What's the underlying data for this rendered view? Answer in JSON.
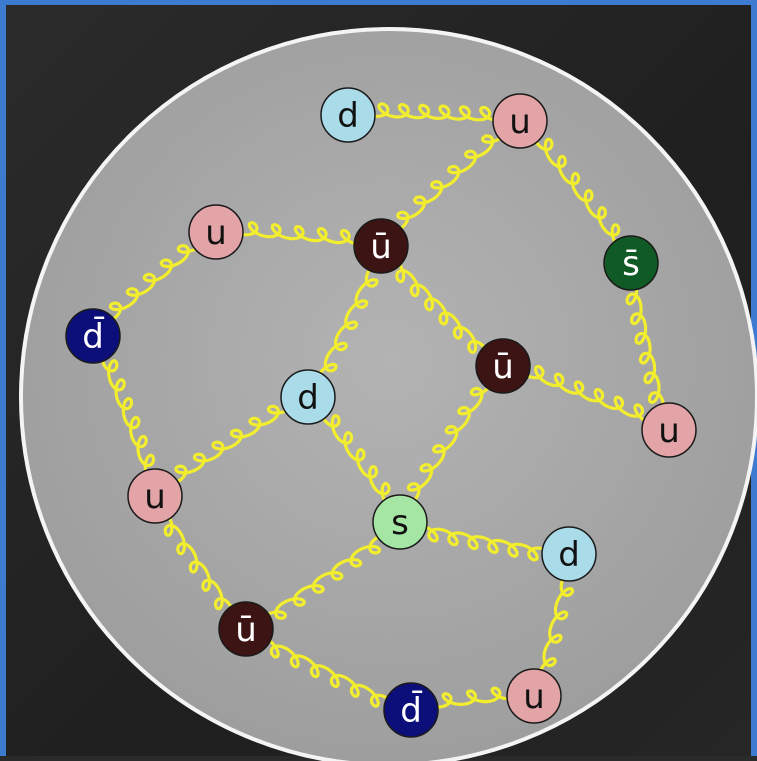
{
  "diagram": {
    "colors": {
      "background_circle": "#a7a7a7",
      "circle_border": "#f4f4f4",
      "gluon": "#f2ee2e",
      "up": "#e2a4a6",
      "down": "#a9dbe9",
      "strange": "#a6e6a4",
      "anti_up": "#3d1414",
      "anti_down": "#0c0f7a",
      "anti_strange": "#0f5a25"
    },
    "particles": [
      {
        "id": "d1",
        "label": "d",
        "kind": "down"
      },
      {
        "id": "u1",
        "label": "u",
        "kind": "up"
      },
      {
        "id": "u2",
        "label": "u",
        "kind": "up"
      },
      {
        "id": "ubar1",
        "label": "ū",
        "kind": "anti_up"
      },
      {
        "id": "sbar1",
        "label": "s̄",
        "kind": "anti_strange"
      },
      {
        "id": "dbar1",
        "label": "d̄",
        "kind": "anti_down"
      },
      {
        "id": "ubar2",
        "label": "ū",
        "kind": "anti_up"
      },
      {
        "id": "d2",
        "label": "d",
        "kind": "down"
      },
      {
        "id": "u3",
        "label": "u",
        "kind": "up"
      },
      {
        "id": "u4",
        "label": "u",
        "kind": "up"
      },
      {
        "id": "s1",
        "label": "s",
        "kind": "strange"
      },
      {
        "id": "d3",
        "label": "d",
        "kind": "down"
      },
      {
        "id": "ubar3",
        "label": "ū",
        "kind": "anti_up"
      },
      {
        "id": "dbar2",
        "label": "d̄",
        "kind": "anti_down"
      },
      {
        "id": "u5",
        "label": "u",
        "kind": "up"
      }
    ],
    "gluons": [
      [
        "d1",
        "u1"
      ],
      [
        "u1",
        "ubar1"
      ],
      [
        "u1",
        "sbar1"
      ],
      [
        "sbar1",
        "u3"
      ],
      [
        "u2",
        "ubar1"
      ],
      [
        "u2",
        "dbar1"
      ],
      [
        "ubar1",
        "d2"
      ],
      [
        "ubar1",
        "ubar2"
      ],
      [
        "ubar2",
        "u3"
      ],
      [
        "ubar2",
        "s1"
      ],
      [
        "dbar1",
        "u4"
      ],
      [
        "d2",
        "u4"
      ],
      [
        "d2",
        "s1"
      ],
      [
        "u4",
        "ubar3"
      ],
      [
        "s1",
        "ubar3"
      ],
      [
        "s1",
        "d3"
      ],
      [
        "d3",
        "u5"
      ],
      [
        "ubar3",
        "dbar2"
      ],
      [
        "dbar2",
        "u5"
      ]
    ]
  }
}
